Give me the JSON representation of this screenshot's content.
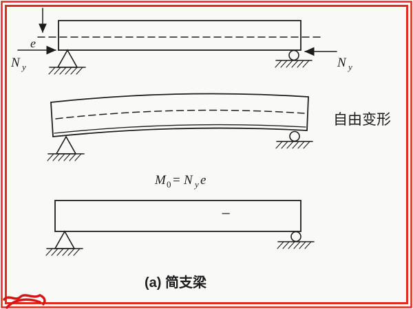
{
  "figure": {
    "caption": "(a) 简支梁",
    "deformation_label": "自由变形",
    "eccentricity_label": "e",
    "minus_label": "−",
    "force_label": {
      "base": "N",
      "sub": "y"
    },
    "moment_label": {
      "m": "M",
      "m_sub": "0",
      "equals": "=",
      "n": "N",
      "n_sub": "y",
      "e": "e"
    }
  },
  "colors": {
    "frame": "#e02b20",
    "ink": "#1c1c1c",
    "stamp": "#d51616",
    "paper": "#f9f9f7"
  }
}
